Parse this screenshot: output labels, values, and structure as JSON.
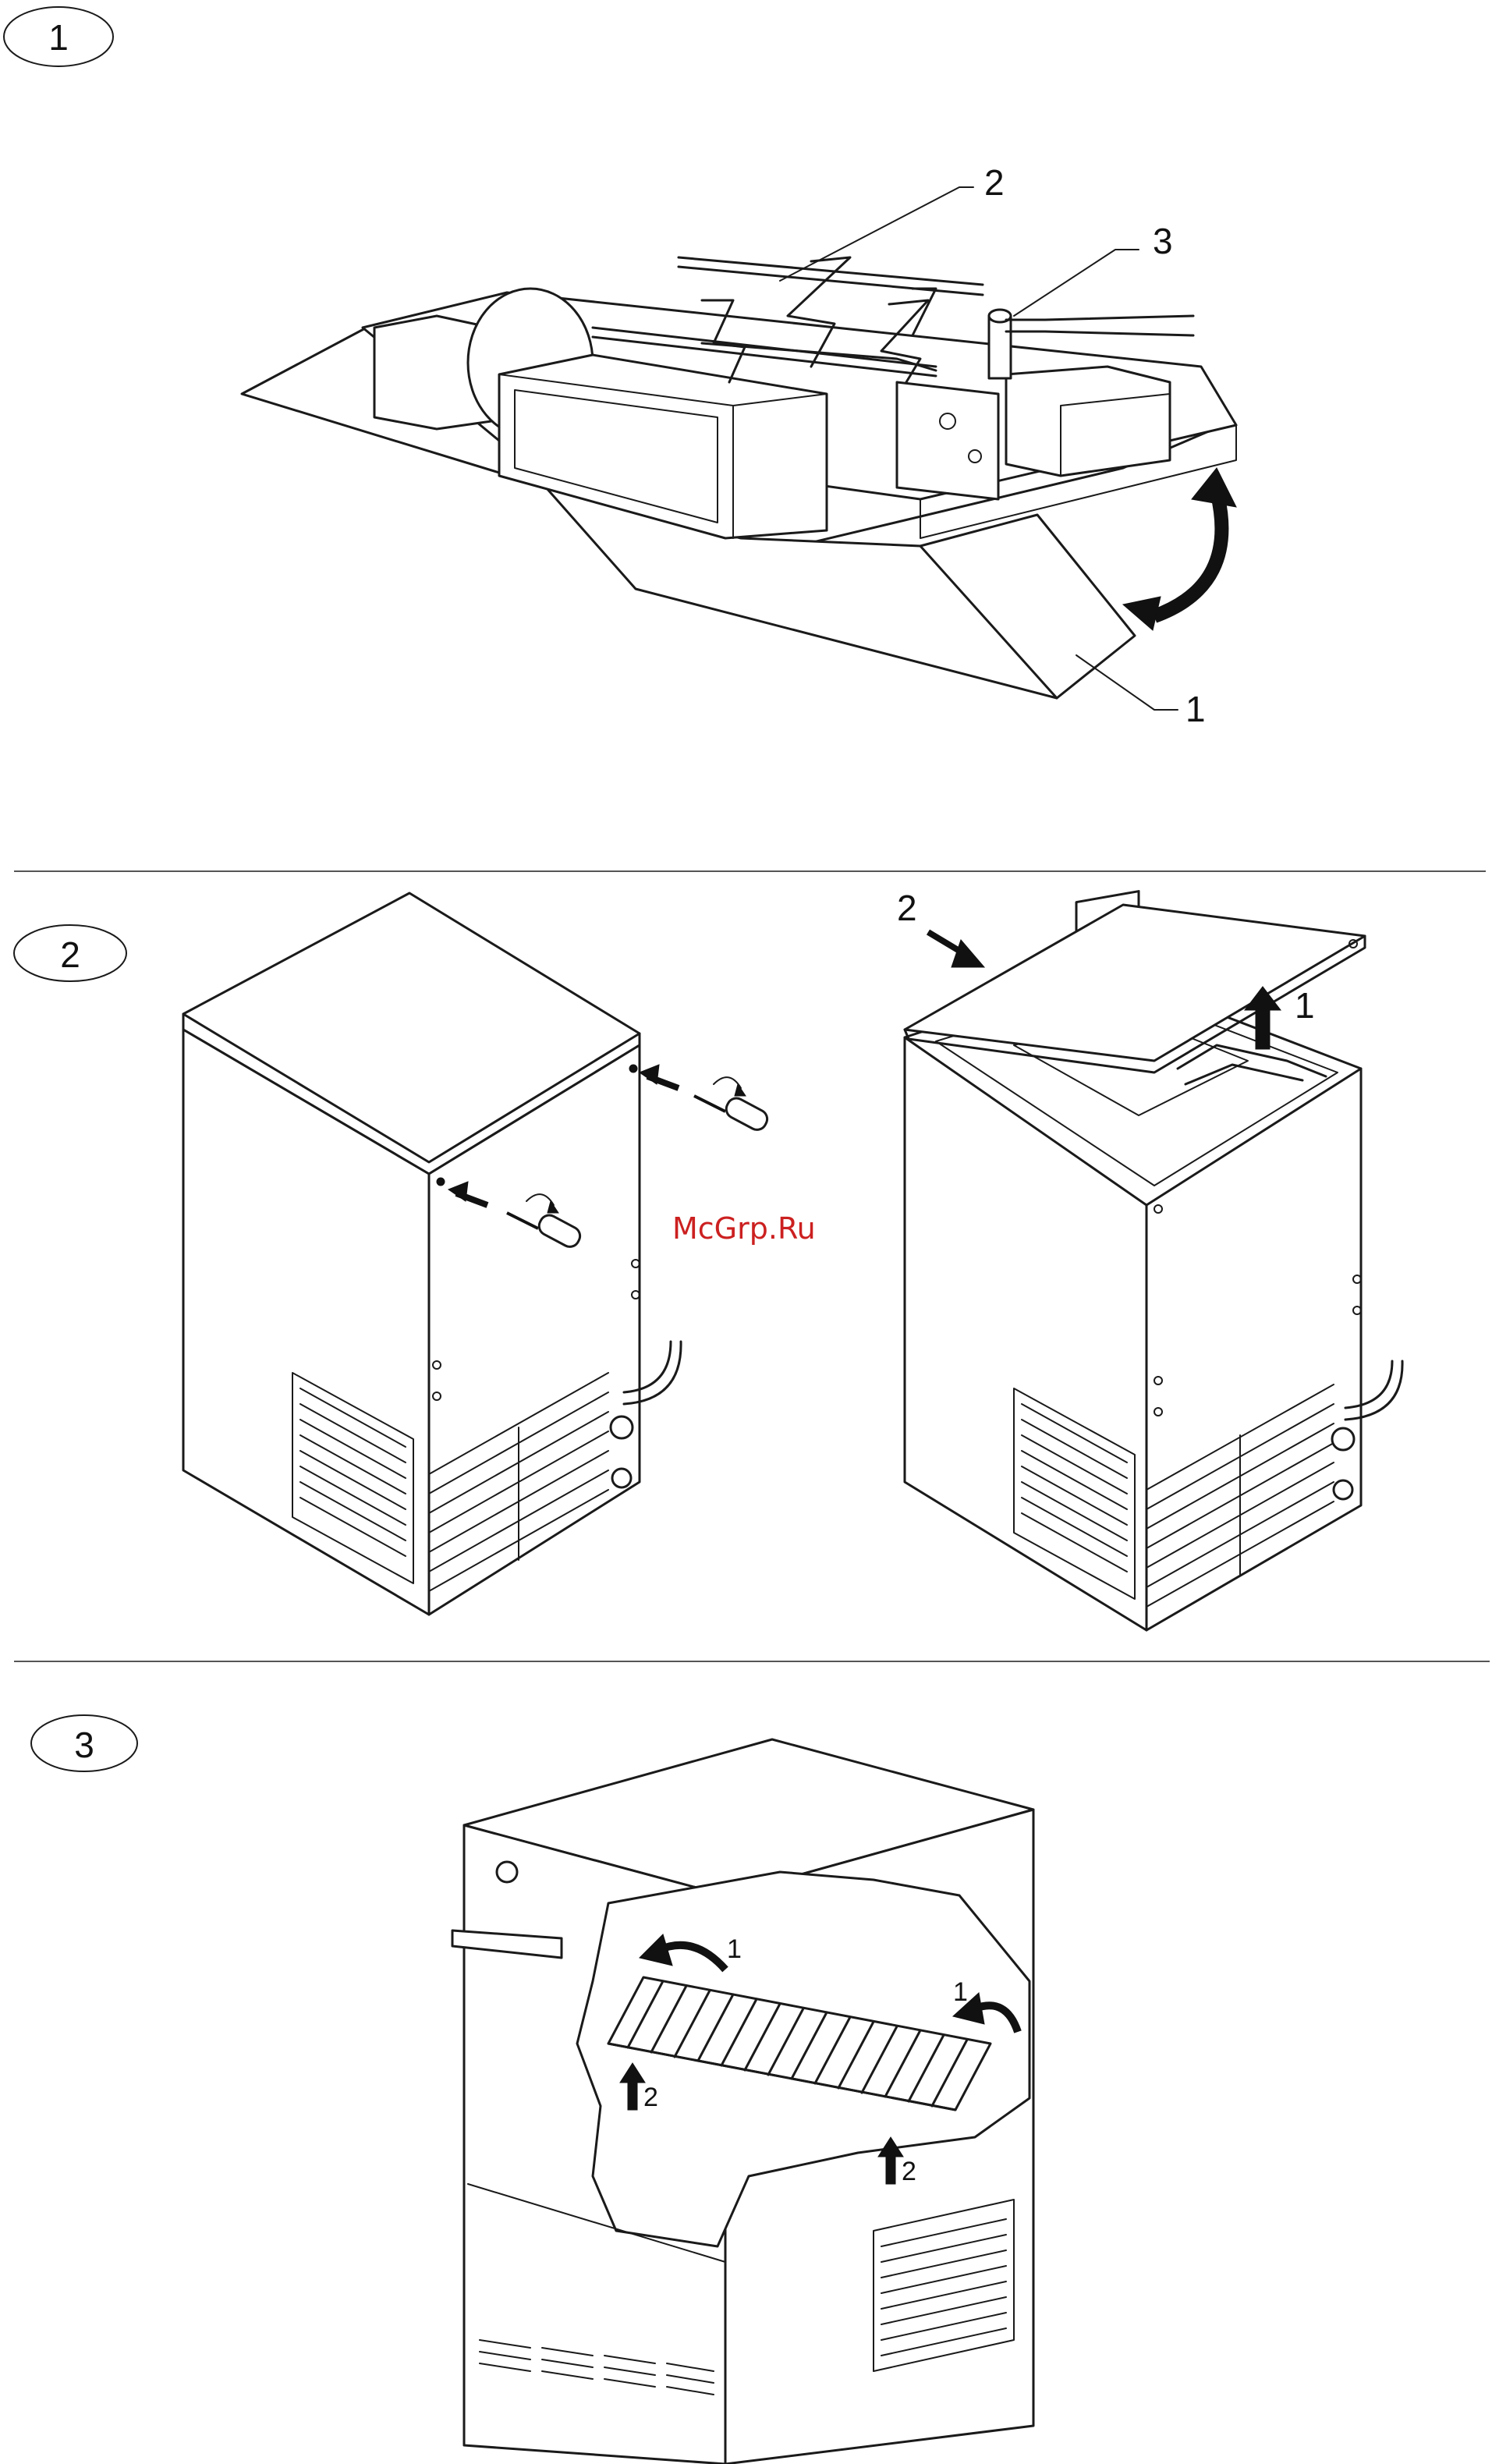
{
  "steps": [
    {
      "number": "1",
      "callouts": [
        "2",
        "3",
        "1"
      ]
    },
    {
      "number": "2",
      "callouts": [
        "2",
        "1"
      ]
    },
    {
      "number": "3",
      "callouts": [
        "1",
        "1",
        "2",
        "2"
      ]
    }
  ],
  "watermark": "McGrp.Ru",
  "colors": {
    "line": "#1a1a1a",
    "watermark": "#cc2020",
    "background": "#ffffff"
  },
  "icons": [
    "curved-double-arrow-icon",
    "screwdriver-icon",
    "arrow-icon",
    "grille-icon"
  ]
}
